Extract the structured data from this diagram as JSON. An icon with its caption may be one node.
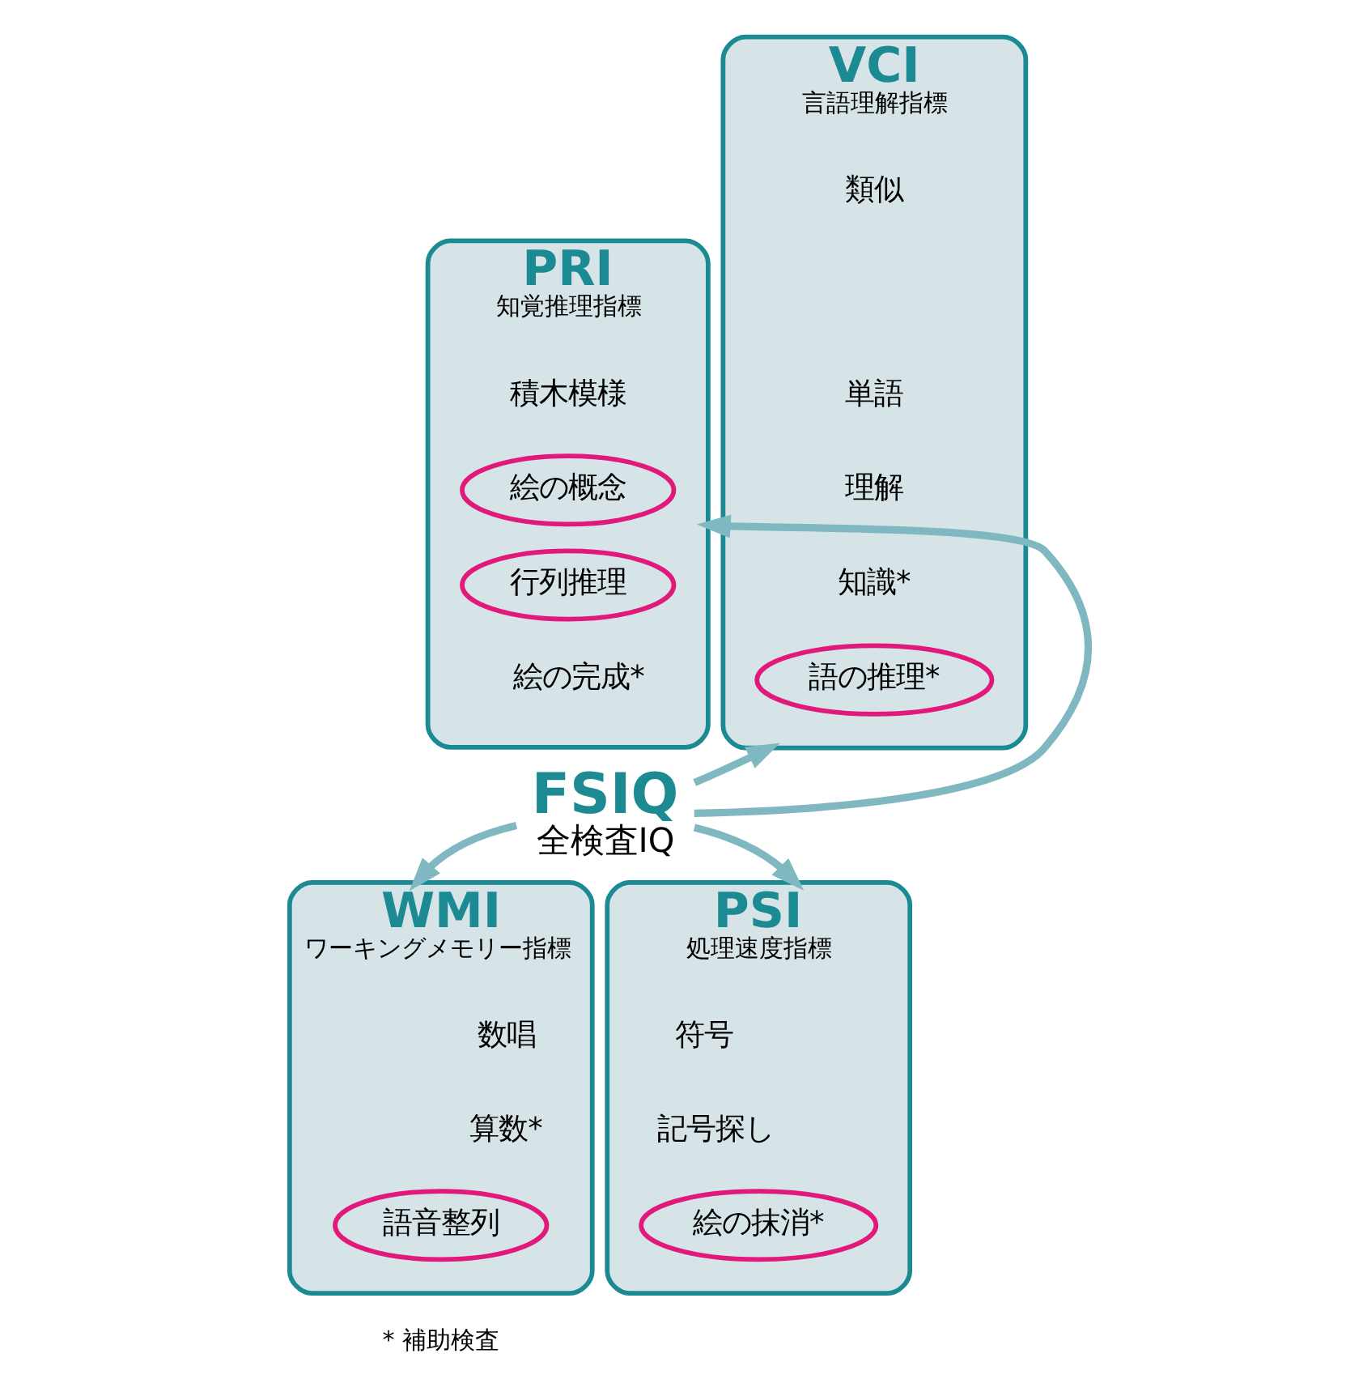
{
  "diagram": {
    "nodes": [
      {
        "text": [
          "VCI",
          "言語理解指標",
          "類似",
          "単語",
          "理解",
          "知識*"
        ]
      },
      {
        "text": [
          "語の推理*"
        ],
        "in": 0
      },
      {
        "text": [
          "PRI",
          "知覚推理指標",
          "積木模様",
          "絵の完成*"
        ]
      },
      {
        "text": [
          "絵の概念"
        ],
        "in": 2
      },
      {
        "text": [
          "行列推理"
        ],
        "in": 2
      },
      {
        "text": [
          "FSIQ",
          "全検査IQ"
        ]
      },
      {
        "text": [
          "WMI",
          "ワーキングメモリー指標",
          "数唱",
          "算数*"
        ]
      },
      {
        "text": [
          "語音整列"
        ],
        "in": 6
      },
      {
        "text": [
          "PSI",
          "処理速度指標",
          "符号",
          "記号探し"
        ]
      },
      {
        "text": [
          "絵の抹消*"
        ],
        "in": 8
      }
    ],
    "edges": [
      {
        "from": 5,
        "to": 0,
        "arrow": "to"
      },
      {
        "from": 5,
        "to": 2,
        "arrow": "to"
      },
      {
        "from": 5,
        "to": 6,
        "arrow": "to"
      },
      {
        "from": 5,
        "to": 8,
        "arrow": "to"
      }
    ],
    "labels": [
      "* 補助検査"
    ]
  }
}
